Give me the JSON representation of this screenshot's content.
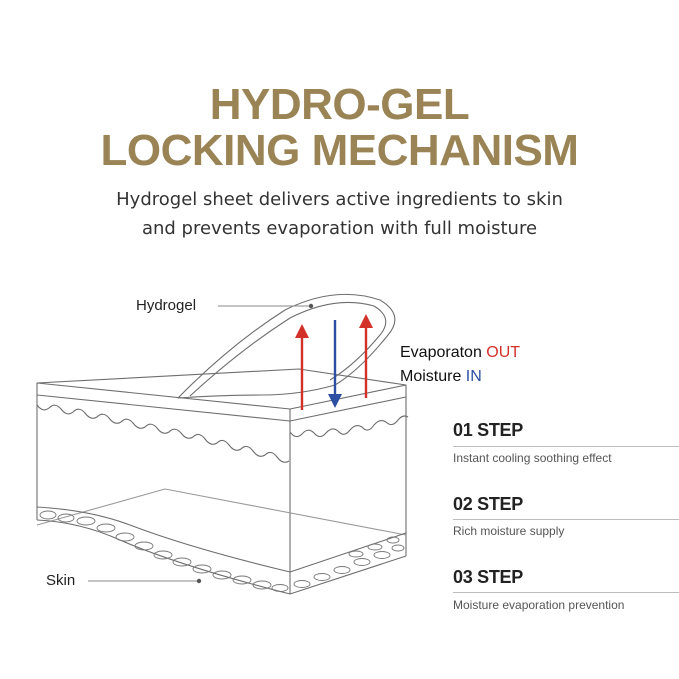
{
  "title": {
    "line1": "HYDRO-GEL",
    "line2": "LOCKING MECHANISM",
    "color": "#9a8455"
  },
  "subtitle": {
    "line1": "Hydrogel sheet delivers active ingredients to skin",
    "line2": "and prevents evaporation with full moisture"
  },
  "diagram": {
    "hydrogel_label": "Hydrogel",
    "skin_label": "Skin",
    "evaporation_prefix": "Evaporaton ",
    "evaporation_word": "OUT",
    "moisture_prefix": "Moisture ",
    "moisture_word": "IN",
    "out_color": "#d3302a",
    "in_color": "#2c4fa3"
  },
  "steps": [
    {
      "title": "01 STEP",
      "description": "Instant cooling soothing effect"
    },
    {
      "title": "02 STEP",
      "description": "Rich moisture supply"
    },
    {
      "title": "03 STEP",
      "description": "Moisture evaporation prevention"
    }
  ]
}
